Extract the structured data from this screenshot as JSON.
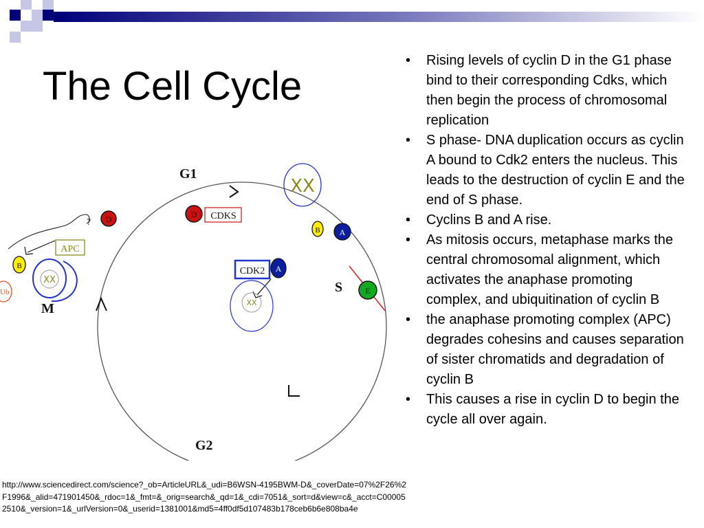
{
  "slide": {
    "title": "The Cell Cycle",
    "bullets": [
      "Rising levels of cyclin D in the G1 phase bind to their corresponding Cdks, which then begin the process of chromosomal replication",
      "S phase- DNA duplication occurs as cyclin A bound to Cdk2 enters the nucleus. This leads to the destruction of cyclin E and the end of S phase.",
      "Cyclins B and A rise.",
      "As mitosis occurs, metaphase marks the central chromosomal alignment, which activates the anaphase promoting complex, and ubiquitination of cyclin B",
      "the anaphase promoting complex (APC) degrades cohesins and causes separation of sister chromatids and degradation of cyclin B",
      "This causes a rise in cyclin D to begin the cycle all over again."
    ],
    "bullet_symbol": "•",
    "source_url": "http://www.sciencedirect.com/science?_ob=ArticleURL&_udi=B6WSN-4195BWM-D&_coverDate=07%2F26%2F1996&_alid=471901450&_rdoc=1&_fmt=&_orig=search&_qd=1&_cdi=7051&_sort=d&view=c&_acct=C000052510&_version=1&_urlVersion=0&_userid=1381001&md5=4ff0df5d107483b178ceb6b6e808ba4e"
  },
  "diagram": {
    "phases": {
      "g1": "G1",
      "s": "S",
      "g2": "G2",
      "m": "M"
    },
    "labels": {
      "cdks": "CDKS",
      "cdk2": "CDK2",
      "apc": "APC",
      "ub": "Ub",
      "chromosomes": "XX"
    },
    "cyclins": {
      "d_top": "D",
      "d_center": "D",
      "b_top": "B",
      "a_top": "A",
      "a_center": "A",
      "e": "E",
      "b_left": "B"
    },
    "colors": {
      "cyclin_d": "#cc1111",
      "cyclin_b": "#ffee00",
      "cyclin_a": "#0b1f9e",
      "cyclin_e": "#11aa22",
      "nucleus_blue": "#2233cc",
      "chromosome_olive": "#8a8a1a",
      "header_accent": "#00007a"
    }
  }
}
